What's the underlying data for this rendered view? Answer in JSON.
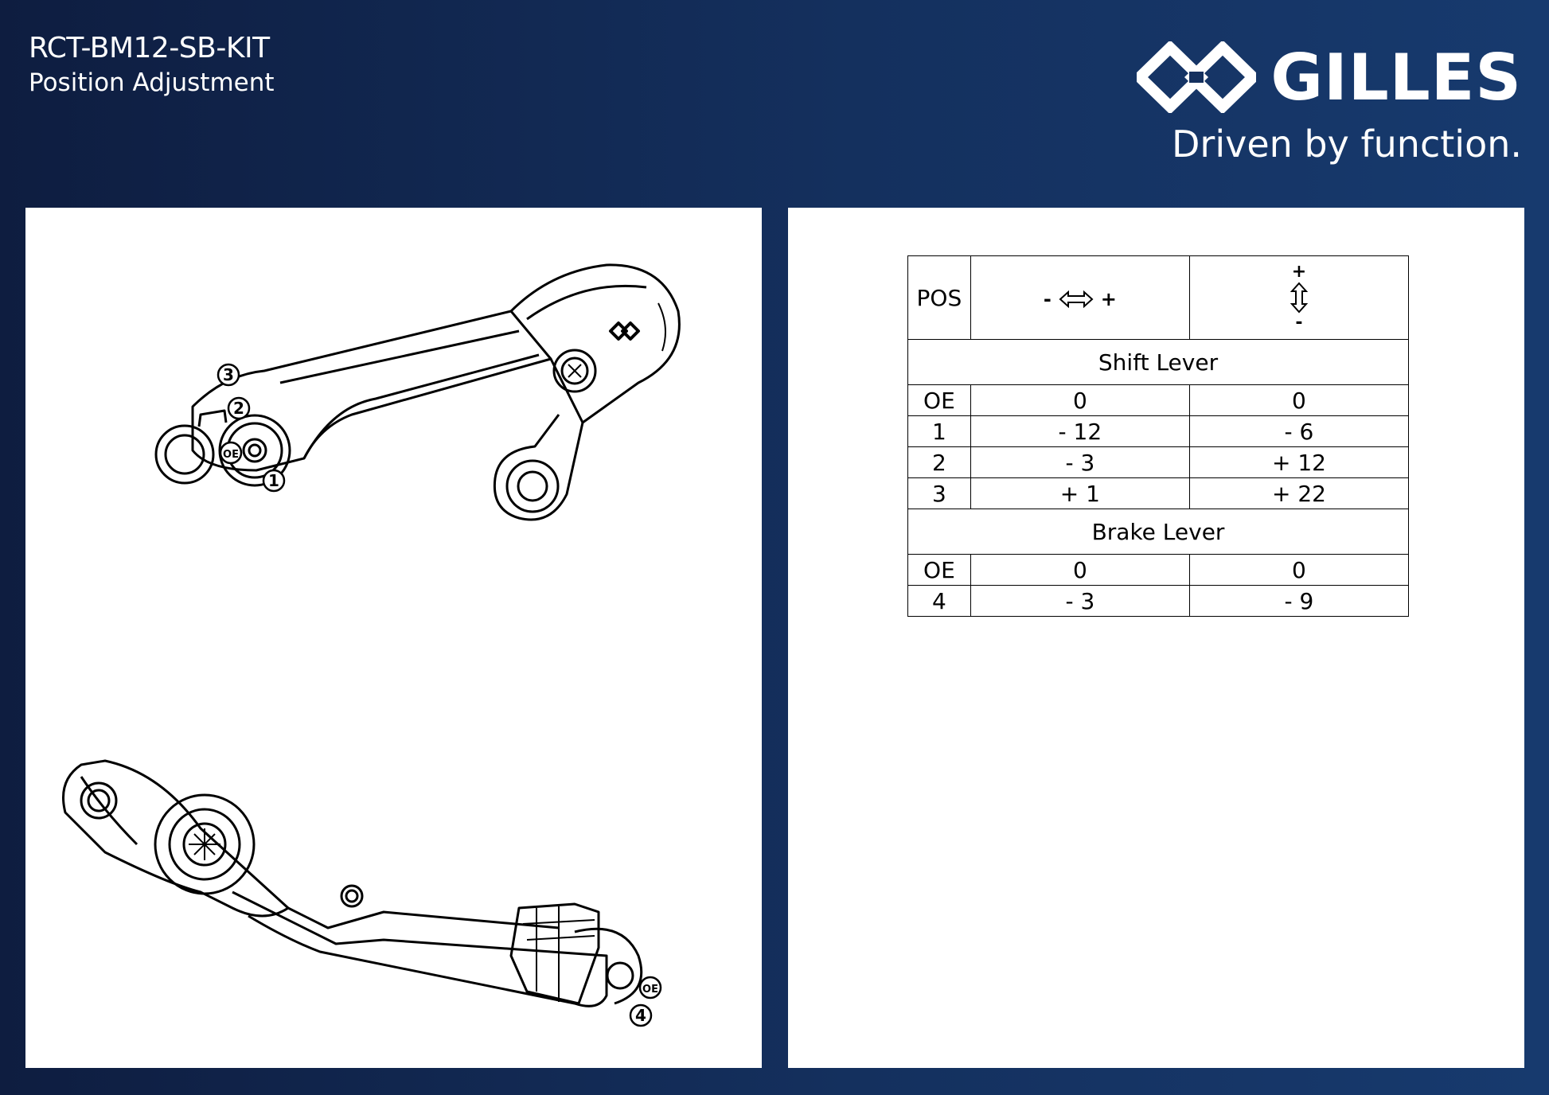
{
  "header": {
    "title": "RCT-BM12-SB-KIT",
    "subtitle": "Position Adjustment"
  },
  "brand": {
    "name": "GILLES",
    "tagline": "Driven by function.",
    "logo_icon": "gilles-knot-logo"
  },
  "colors": {
    "background_dark": "#0e1d40",
    "background_light": "#173a6e",
    "panel": "#ffffff"
  },
  "drawings": {
    "shift_lever": {
      "callouts": [
        "3",
        "2",
        "OE",
        "1"
      ]
    },
    "brake_lever": {
      "callouts": [
        "OE",
        "4"
      ]
    }
  },
  "table": {
    "header": {
      "pos_label": "POS",
      "horizontal_minus": "-",
      "horizontal_plus": "+",
      "vertical_plus": "+",
      "vertical_minus": "-",
      "horizontal_icon": "horizontal-adjust-arrow-icon",
      "vertical_icon": "vertical-adjust-arrow-icon"
    },
    "sections": [
      {
        "title": "Shift Lever",
        "rows": [
          {
            "pos": "OE",
            "horizontal": "0",
            "vertical": "0"
          },
          {
            "pos": "1",
            "horizontal": "- 12",
            "vertical": "- 6"
          },
          {
            "pos": "2",
            "horizontal": "- 3",
            "vertical": "+ 12"
          },
          {
            "pos": "3",
            "horizontal": "+ 1",
            "vertical": "+ 22"
          }
        ]
      },
      {
        "title": "Brake Lever",
        "rows": [
          {
            "pos": "OE",
            "horizontal": "0",
            "vertical": "0"
          },
          {
            "pos": "4",
            "horizontal": "- 3",
            "vertical": "- 9"
          }
        ]
      }
    ]
  }
}
